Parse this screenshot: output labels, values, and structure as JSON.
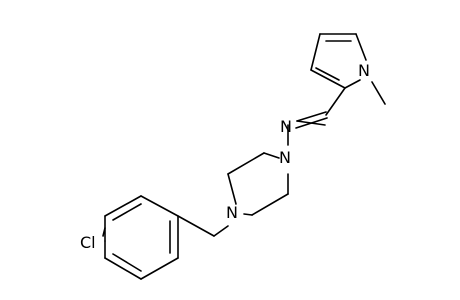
{
  "molecule": {
    "atoms": {
      "chlorine": "Cl",
      "piperazine_n_top": "N",
      "piperazine_n_bottom": "N",
      "imine_n": "N",
      "pyrrole_n": "N"
    },
    "colors": {
      "bond": "#000000",
      "label": "#000000",
      "background": "#ffffff"
    }
  }
}
